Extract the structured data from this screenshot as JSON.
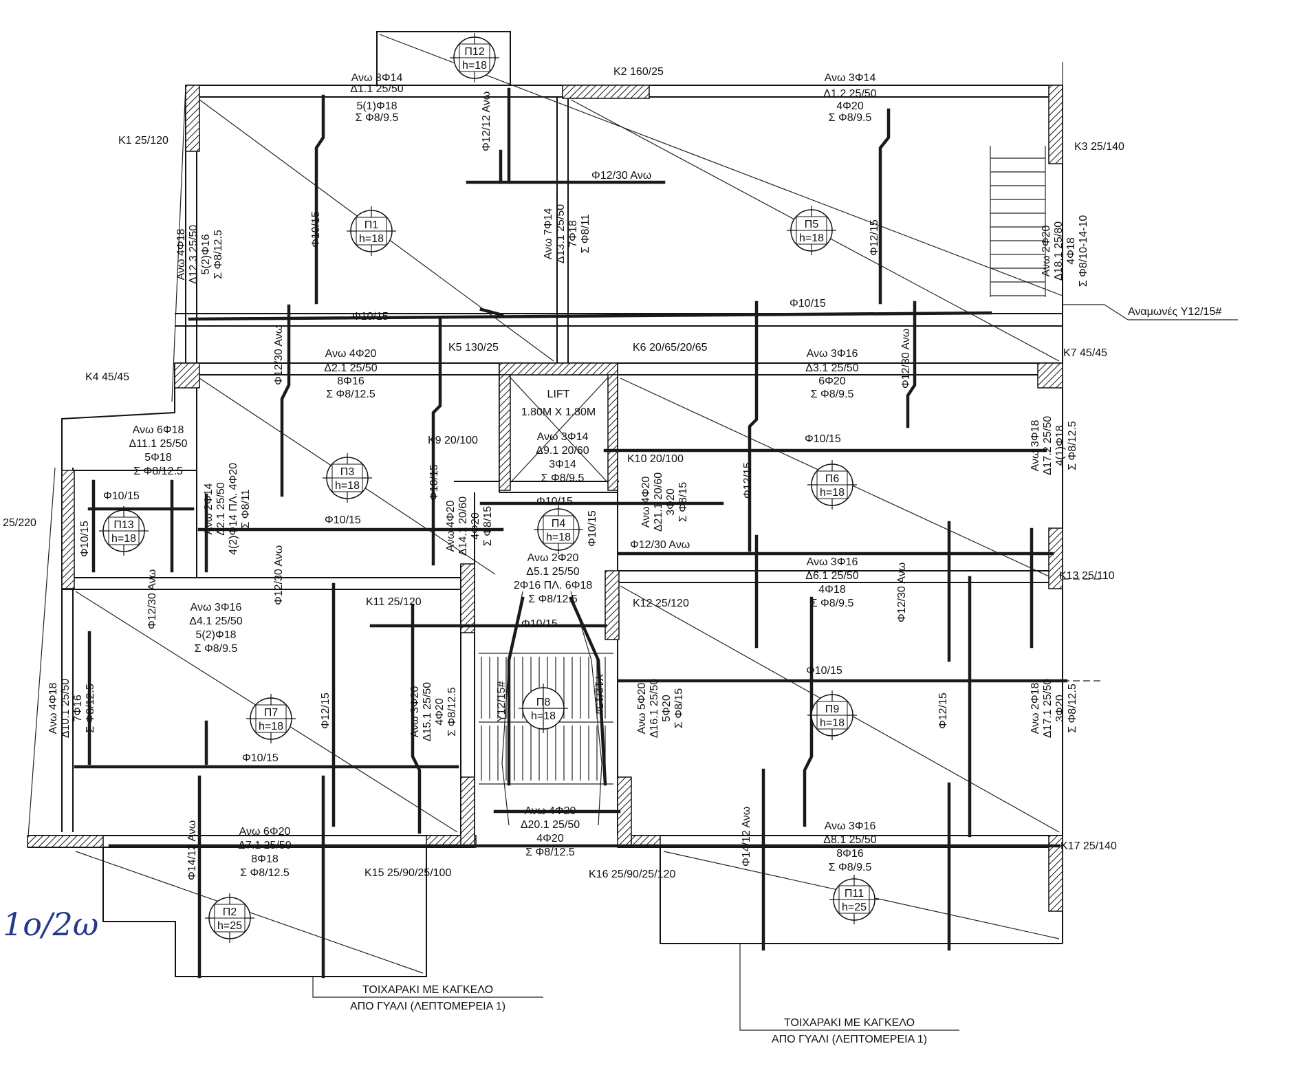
{
  "columns": [
    {
      "id": "c1",
      "text": "K1 25/120"
    },
    {
      "id": "c2",
      "text": "K2 160/25"
    },
    {
      "id": "c3",
      "text": "K3 25/140"
    },
    {
      "id": "c4",
      "text": "K4 45/45"
    },
    {
      "id": "c5",
      "text": "K5 130/25"
    },
    {
      "id": "c6",
      "text": "K6 20/65/20/65"
    },
    {
      "id": "c7",
      "text": "K7 45/45"
    },
    {
      "id": "c9",
      "text": "K9 20/100"
    },
    {
      "id": "c10",
      "text": "K10 20/100"
    },
    {
      "id": "c11",
      "text": "K11 25/120"
    },
    {
      "id": "c12",
      "text": "K12 25/120"
    },
    {
      "id": "c13",
      "text": "K13 25/110"
    },
    {
      "id": "c15",
      "text": "K15 25/90/25/100"
    },
    {
      "id": "c16",
      "text": "K16 25/90/25/120"
    },
    {
      "id": "c17",
      "text": "K17 25/140"
    },
    {
      "id": "c8",
      "text": "25/220"
    }
  ],
  "slabs": [
    {
      "id": "P12",
      "name": "Π12",
      "h": "h=18"
    },
    {
      "id": "P1",
      "name": "Π1",
      "h": "h=18"
    },
    {
      "id": "P5",
      "name": "Π5",
      "h": "h=18"
    },
    {
      "id": "P3",
      "name": "Π3",
      "h": "h=18"
    },
    {
      "id": "P6",
      "name": "Π6",
      "h": "h=18"
    },
    {
      "id": "P13",
      "name": "Π13",
      "h": "h=18"
    },
    {
      "id": "P4",
      "name": "Π4",
      "h": "h=18"
    },
    {
      "id": "P7",
      "name": "Π7",
      "h": "h=18"
    },
    {
      "id": "P8",
      "name": "Π8",
      "h": "h=18"
    },
    {
      "id": "P9",
      "name": "Π9",
      "h": "h=18"
    },
    {
      "id": "P2",
      "name": "Π2",
      "h": "h=25"
    },
    {
      "id": "P11",
      "name": "Π11",
      "h": "h=25"
    }
  ],
  "beams": [
    {
      "id": "d11",
      "lines": [
        "Ανω 3Φ14",
        "Δ1.1  25/50",
        "5(1)Φ18",
        "Σ Φ8/9.5"
      ]
    },
    {
      "id": "d12",
      "lines": [
        "Ανω 3Φ14",
        "Δ1.2  25/50",
        "4Φ20",
        "Σ Φ8/9.5"
      ]
    },
    {
      "id": "d21",
      "lines": [
        "Ανω 4Φ20",
        "Δ2.1  25/50",
        "8Φ16",
        "Σ Φ8/12.5"
      ]
    },
    {
      "id": "d31",
      "lines": [
        "Ανω 3Φ16",
        "Δ3.1  25/50",
        "6Φ20",
        "Σ Φ8/9.5"
      ]
    },
    {
      "id": "d111",
      "lines": [
        "Ανω 6Φ18",
        "Δ11.1  25/50",
        "5Φ18",
        "Σ Φ8/12.5"
      ]
    },
    {
      "id": "d91",
      "lines": [
        "Ανω 3Φ14",
        "Δ9.1  20/60",
        "3Φ14",
        "Σ Φ8/9.5"
      ]
    },
    {
      "id": "d51",
      "lines": [
        "Ανω 2Φ20",
        "Δ5.1  25/50",
        "2Φ16 ΠΛ. 6Φ18",
        "Σ Φ8/12.5"
      ]
    },
    {
      "id": "d61",
      "lines": [
        "Ανω 3Φ16",
        "Δ6.1  25/50",
        "4Φ18",
        "Σ Φ8/9.5"
      ]
    },
    {
      "id": "d41",
      "lines": [
        "Ανω 3Φ16",
        "Δ4.1  25/50",
        "5(2)Φ18",
        "Σ Φ8/9.5"
      ]
    },
    {
      "id": "d71",
      "lines": [
        "Ανω 6Φ20",
        "Δ7.1  25/50",
        "8Φ18",
        "Σ Φ8/12.5"
      ]
    },
    {
      "id": "d201",
      "lines": [
        "Ανω 4Φ20",
        "Δ20.1  25/50",
        "4Φ20",
        "Σ Φ8/12.5"
      ]
    },
    {
      "id": "d81",
      "lines": [
        "Ανω 3Φ16",
        "Δ8.1  25/50",
        "8Φ16",
        "Σ Φ8/9.5"
      ]
    }
  ],
  "vbeams": [
    {
      "id": "d131",
      "lines": [
        "Ανω 7Φ14",
        "Δ13.1  25/50",
        "7Φ18",
        "Σ Φ8/11"
      ]
    },
    {
      "id": "d123",
      "lines": [
        "Ανω 4Φ18",
        "Δ12.3  25/50",
        "5(2)Φ16",
        "Σ Φ8/12.5"
      ]
    },
    {
      "id": "d181",
      "lines": [
        "Ανω 2Φ20",
        "Δ18.1  25/80",
        "4Φ18",
        "Σ Φ8/10-14-10"
      ]
    },
    {
      "id": "d172",
      "lines": [
        "Ανω 3Φ18",
        "Δ17.2  25/50",
        "4(1)Φ18",
        "Σ Φ8/12.5"
      ]
    },
    {
      "id": "d211",
      "lines": [
        "Ανω 4Φ20",
        "Δ21.1  20/60",
        "3Φ20",
        "Σ Φ8/15"
      ]
    },
    {
      "id": "d141",
      "lines": [
        "Ανω 4Φ20",
        "Δ14.1  20/60",
        "4Φ20",
        "Σ Φ8/15"
      ]
    },
    {
      "id": "d2x",
      "lines": [
        "Ανω 2Φ14",
        "Δ2.1  25/50",
        "4(2)Φ14 ΠΛ. 4Φ20",
        "Σ Φ8/11"
      ]
    },
    {
      "id": "d101",
      "lines": [
        "Ανω 4Φ18",
        "Δ10.1  25/50",
        "7Φ16",
        "Σ Φ8/12.5"
      ]
    },
    {
      "id": "d151",
      "lines": [
        "Ανω 3Φ20",
        "Δ15.1  25/50",
        "4Φ20",
        "Σ Φ8/12.5"
      ]
    },
    {
      "id": "d161",
      "lines": [
        "Ανω 5Φ20",
        "Δ16.1  25/50",
        "5Φ20",
        "Σ Φ8/15"
      ]
    },
    {
      "id": "d171",
      "lines": [
        "Ανω 2Φ18",
        "Δ17.1  25/50",
        "3Φ20",
        "Σ Φ8/12.5"
      ]
    }
  ],
  "rebar_labels": {
    "h_top": "Φ12/30 Ανω",
    "h_f1015_a": "Φ10/15",
    "h_f1015_b": "Φ10/15",
    "h_f1015_c": "Φ10/15",
    "h_f1015_d": "Φ10/15",
    "h_f1015_e": "Φ10/15",
    "h_f1015_f": "Φ10/15",
    "h_f1015_g": "Φ10/15",
    "h_f1015_h": "Φ10/15",
    "h_f1015_i": "Φ10/15",
    "h_f1230_mid": "Φ12/30 Ανω",
    "v_f1212": "Φ12/12 Ανω",
    "v_f1015_p1": "Φ10/15",
    "v_f1215_p5": "Φ12/15",
    "v_f1230_a": "Φ12/30 Ανω",
    "v_f1230_b": "Φ12/30 Ανω",
    "v_f1230_c": "Φ12/30 Ανω",
    "v_f1230_d": "Φ12/30 Ανω",
    "v_f1230_e": "Φ12/30 Ανω",
    "v_f1215_p6": "Φ12/15",
    "v_f1015_p13": "Φ10/15",
    "v_f1015_k9": "Φ10/15",
    "v_f1015_p4": "Φ10/15",
    "v_f1215_p7": "Φ12/15",
    "v_f1215_p9": "Φ12/15",
    "v_y1215_a": "Y12/15#",
    "v_y1215_b": "Y12/15#",
    "v_f1412_a": "Φ14/12 Ανω",
    "v_f1412_b": "Φ14/12 Ανω"
  },
  "anamones": "Αναμωνές Y12/15#",
  "lift": {
    "title": "LIFT",
    "dims": "1.80M X 1.80M"
  },
  "notes": [
    {
      "id": "n1",
      "l1": "ΤΟΙΧΑΡΑΚΙ ΜΕ ΚΑΓΚΕΛΟ",
      "l2": "ΑΠΟ ΓΥΑΛΙ (ΛΕΠΤΟΜΕΡΕΙΑ 1)"
    },
    {
      "id": "n2",
      "l1": "ΤΟΙΧΑΡΑΚΙ ΜΕ ΚΑΓΚΕΛΟ",
      "l2": "ΑΠΟ ΓΥΑΛΙ (ΛΕΠΤΟΜΕΡΕΙΑ 1)"
    }
  ],
  "handwriting": "1ο/2ω"
}
